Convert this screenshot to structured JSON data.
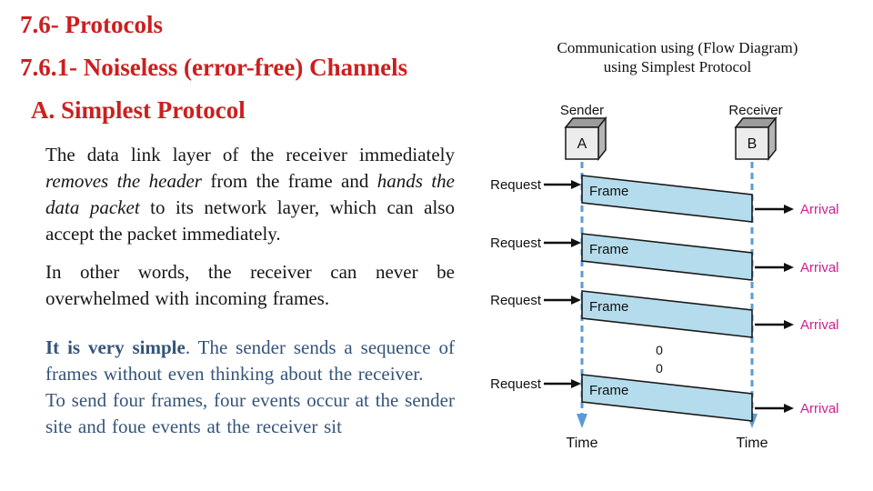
{
  "slide": {
    "background_color": "#ffffff",
    "title_color": "#cc1f1f",
    "titles": {
      "line1": "7.6- Protocols",
      "line2": "7.6.1- Noiseless (error-free) Channels",
      "line3": "A. Simplest Protocol"
    },
    "body": {
      "p1_text1": "The data link layer of the receiver immediately ",
      "p1_italic1": "removes the header",
      "p1_text2": " from the frame and ",
      "p1_italic2": "hands the data packet",
      "p1_text3": " to its network layer, which can also accept the packet immediately.",
      "p2": "In other words, the receiver can never be overwhelmed with incoming frames.",
      "p3_bold": "It is very simple",
      "p3_text1": ". The sender sends a sequence of frames without even thinking about the receiver.",
      "p3_text2": "To send four frames, four events occur at the sender site and foue events at the receiver sit",
      "blue_text_color": "#35547a"
    }
  },
  "diagram": {
    "heading": {
      "line1": "Communication using (Flow Diagram)",
      "line2": "using Simplest Protocol"
    },
    "sender": {
      "label": "Sender",
      "node": "A"
    },
    "receiver": {
      "label": "Receiver",
      "node": "B"
    },
    "labels": {
      "request": "Request",
      "frame": "Frame",
      "arrival": "Arrival",
      "time": "Time"
    },
    "ellipsis": {
      "dot1": "0",
      "dot2": "0"
    },
    "event_count": 4,
    "colors": {
      "frame_fill": "#b5dcec",
      "frame_border": "#1a1a1a",
      "lifeline": "#5b9bd5",
      "arrival_text": "#cc2090",
      "arrow": "#111111",
      "box_front": "#ececec",
      "box_top": "#9c9c9c"
    }
  }
}
